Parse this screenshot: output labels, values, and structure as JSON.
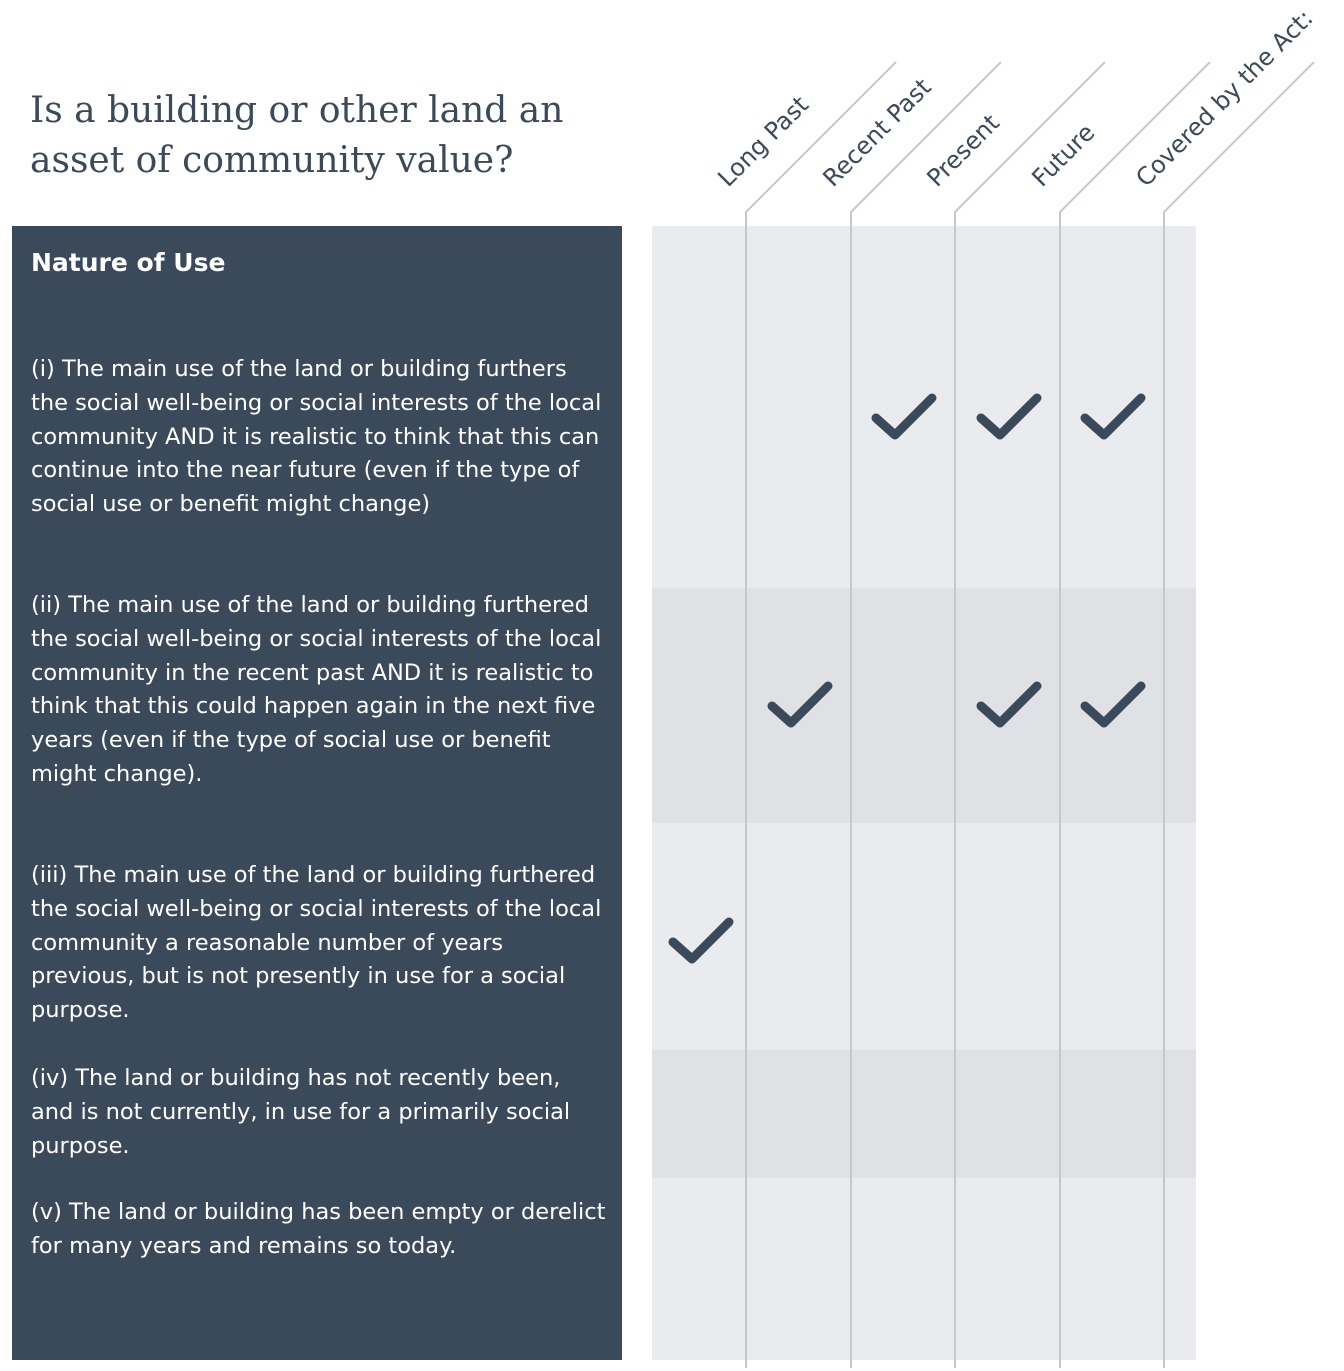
{
  "title": {
    "line1": "Is a building or other land an",
    "line2": "asset of community value?"
  },
  "panel": {
    "heading": "Nature of Use",
    "background": "#3a4a5b"
  },
  "columns": [
    "Long Past",
    "Recent Past",
    "Present",
    "Future",
    "Covered by the Act:"
  ],
  "rows": [
    {
      "text": "(i) The main use of the land or building furthers the social well-being or social interests of the local community AND it is realistic to think that this can continue into the near future (even if the type of social use or benefit might change)",
      "checks": [
        false,
        false,
        true,
        true,
        true
      ]
    },
    {
      "text": "(ii) The main use of the land or building furthered the social well-being or social interests of the local community in the recent past AND it is realistic to think that this could happen again in the next five years (even if the type of social use or benefit might change).",
      "checks": [
        false,
        true,
        false,
        true,
        true
      ]
    },
    {
      "text": "(iii) The main use of the land or building furthered the social well-being or social interests of the local community a reasonable number of years previous, but is not presently in use for a social purpose.",
      "checks": [
        true,
        false,
        false,
        false,
        false
      ]
    },
    {
      "text": "(iv) The land or building has not recently been, and is not currently, in use for a primarily social purpose.",
      "checks": [
        false,
        false,
        false,
        false,
        false
      ]
    },
    {
      "text": "(v) The land or building has been empty or derelict for many years and remains so today.",
      "checks": [
        false,
        false,
        false,
        false,
        false
      ]
    }
  ],
  "colors": {
    "text": "#3b4a5a",
    "band_light": "#eaebee",
    "band_dark": "#dfe1e5",
    "divider": "#c4c8cd",
    "check": "#3b4a5a"
  },
  "icons": {
    "check": "check-icon"
  }
}
